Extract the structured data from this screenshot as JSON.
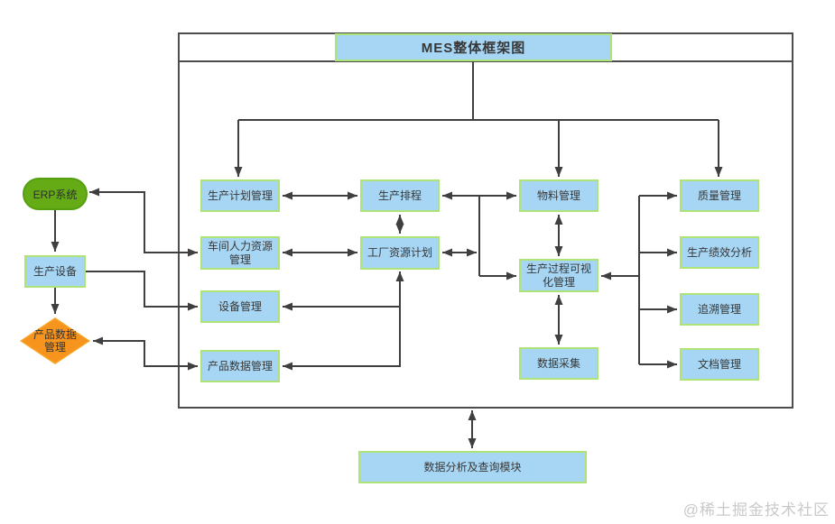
{
  "title": "MES整体框架图",
  "watermark": "@稀土掘金技术社区",
  "colors": {
    "node_fill": "#A7D6F4",
    "node_border": "#AEE377",
    "erp_fill": "#65AB16",
    "erp_border": "#55A00F",
    "diamond_fill": "#F7941E",
    "diamond_border": "#F9A62A",
    "line": "#3F3F3F",
    "frame": "#4D4D4D",
    "text": "#373737",
    "watermark_color": "#C9C9C9",
    "background": "#FFFFFF"
  },
  "external": {
    "erp": "ERP系统",
    "equipment": "生产设备",
    "product_data": "产品数据管理"
  },
  "modules": {
    "plan": "生产计划管理",
    "workshop_hr": "车间人力资源管理",
    "device": "设备管理",
    "product_data": "产品数据管理",
    "scheduling": "生产排程",
    "factory_resource": "工厂资源计划",
    "material": "物料管理",
    "process_visual": "生产过程可视化管理",
    "data_collect": "数据采集",
    "quality": "质量管理",
    "performance": "生产绩效分析",
    "trace": "追溯管理",
    "document": "文档管理"
  },
  "bottom": {
    "data_analysis": "数据分析及查询模块"
  }
}
